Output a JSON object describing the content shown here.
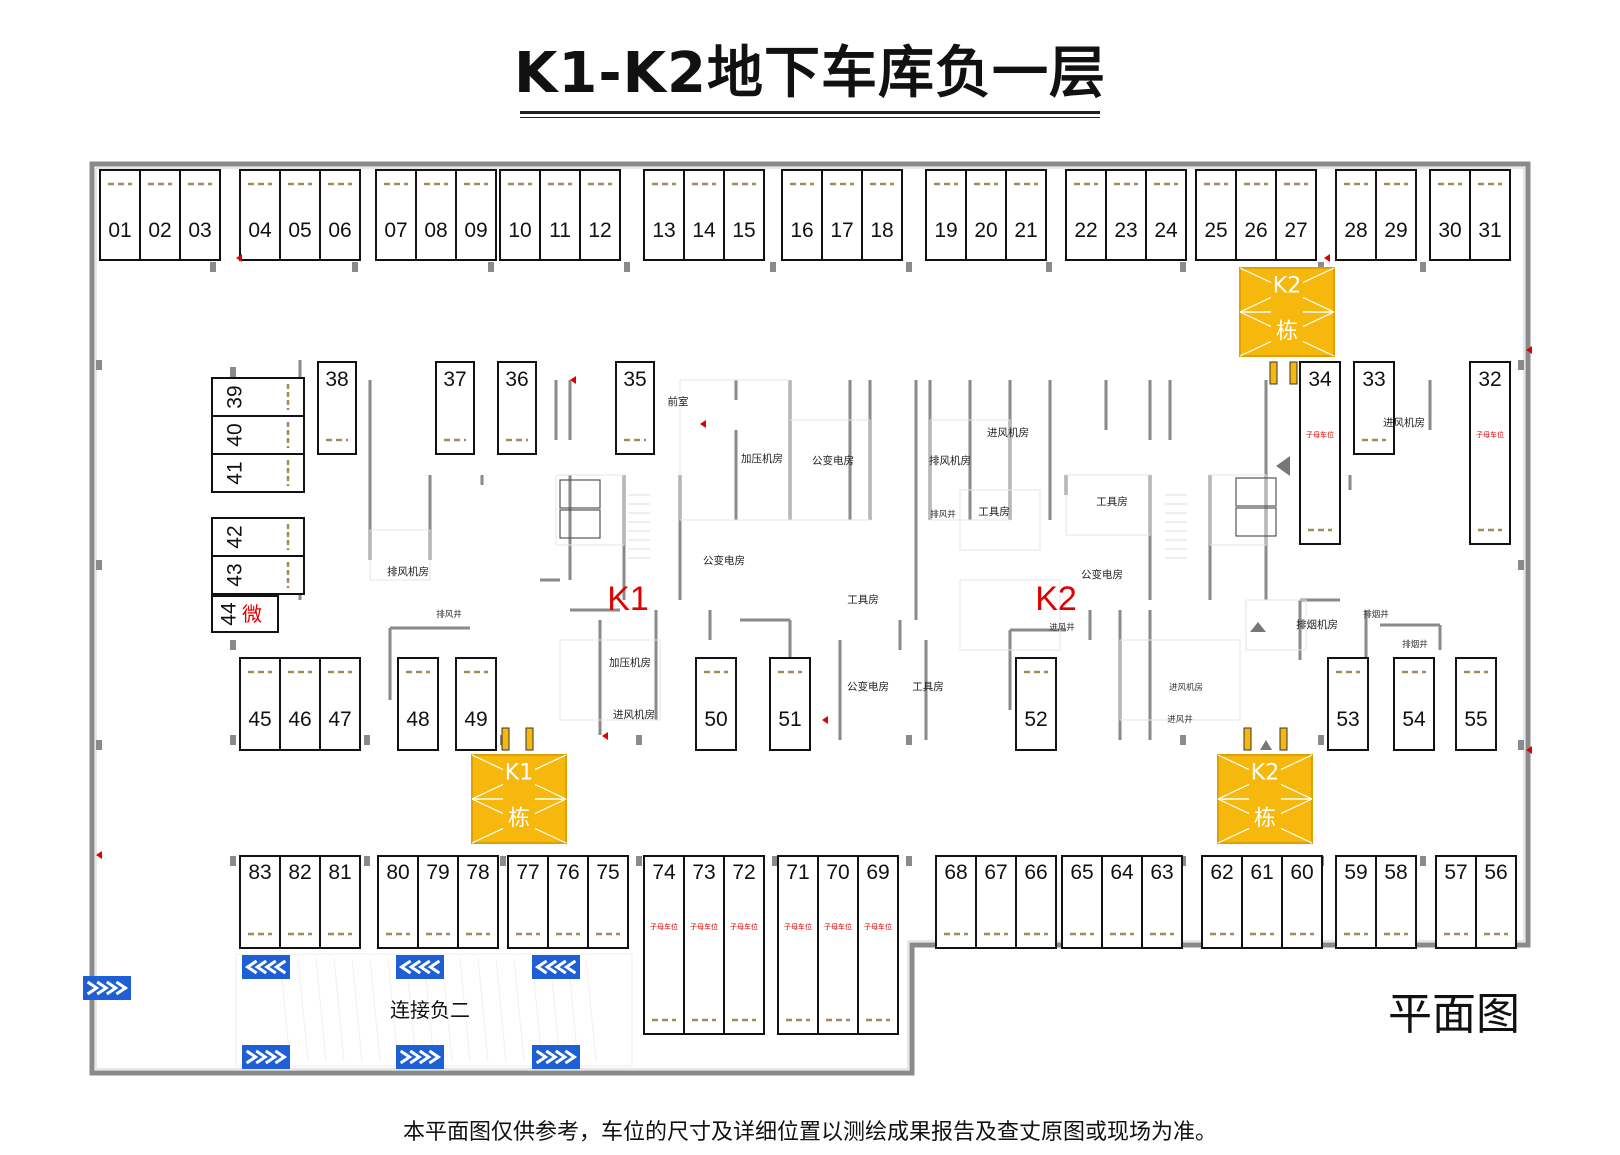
{
  "title": "K1-K2地下车库负一层",
  "legend_label": "平面图",
  "footer_note": "本平面图仅供参考，车位的尺寸及详细位置以测绘成果报告及查丈原图或现场为准。",
  "colors": {
    "wall": "#8a8a8a",
    "slot_border": "#111111",
    "building_fill": "#f6b80c",
    "arrow_fill": "#1f5fd6",
    "accent_red": "#e00000",
    "marker": "#a08a5a"
  },
  "core_labels": [
    "K1",
    "K2"
  ],
  "link_label": "连接负二",
  "buildings": [
    {
      "top": "K2",
      "bottom": "栋"
    },
    {
      "top": "K1",
      "bottom": "栋"
    },
    {
      "top": "K2",
      "bottom": "栋"
    }
  ],
  "parking": {
    "top_row": [
      "01",
      "02",
      "03",
      "04",
      "05",
      "06",
      "07",
      "08",
      "09",
      "10",
      "11",
      "12",
      "13",
      "14",
      "15",
      "16",
      "17",
      "18",
      "19",
      "20",
      "21",
      "22",
      "23",
      "24",
      "25",
      "26",
      "27",
      "28",
      "29",
      "30",
      "31"
    ],
    "upper_singles": [
      "38",
      "37",
      "36",
      "35"
    ],
    "right_tall": [
      "34",
      "33",
      "32"
    ],
    "left_rotated": [
      "39",
      "40",
      "41",
      "42",
      "43",
      "44"
    ],
    "middle_row": [
      "45",
      "46",
      "47",
      "48",
      "49",
      "50",
      "51",
      "52",
      "53",
      "54",
      "55"
    ],
    "bottom_row": [
      "83",
      "82",
      "81",
      "80",
      "79",
      "78",
      "77",
      "76",
      "75",
      "74",
      "73",
      "72",
      "71",
      "70",
      "69",
      "68",
      "67",
      "66",
      "65",
      "64",
      "63",
      "62",
      "61",
      "60",
      "59",
      "58",
      "57",
      "56"
    ]
  },
  "mini_note": "微",
  "sub_slot_note": "子母车位",
  "rooms": [
    {
      "label": "前室"
    },
    {
      "label": "加压机房"
    },
    {
      "label": "公变电房"
    },
    {
      "label": "排风机房"
    },
    {
      "label": "进风机房"
    },
    {
      "label": "工具房"
    },
    {
      "label": "排风井"
    },
    {
      "label": "工具房"
    },
    {
      "label": "进风机房"
    },
    {
      "label": "排风机房"
    },
    {
      "label": "排风井"
    },
    {
      "label": "公变电房"
    },
    {
      "label": "工具房"
    },
    {
      "label": "加压机房"
    },
    {
      "label": "进风机房"
    },
    {
      "label": "公变电房"
    },
    {
      "label": "工具房"
    },
    {
      "label": "公变电房"
    },
    {
      "label": "进风井"
    },
    {
      "label": "排烟机房"
    },
    {
      "label": "排烟井"
    },
    {
      "label": "排烟井"
    },
    {
      "label": "进风机房"
    },
    {
      "label": "进风井"
    }
  ]
}
